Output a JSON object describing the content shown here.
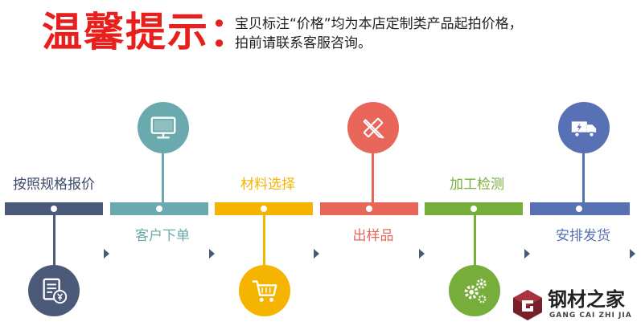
{
  "header": {
    "title": "温馨提示：",
    "line1": "宝贝标注“价格”均为本店定制类产品起拍价格，",
    "line2": "拍前请联系客服咨询。"
  },
  "colors": {
    "title_red": "#e8201d",
    "step1": "#4c5a7a",
    "step2": "#6aa9ad",
    "step3": "#f4b400",
    "step4": "#e8675a",
    "step5": "#77ad3a",
    "step6": "#5870b4"
  },
  "steps": [
    {
      "label": "按照规格报价",
      "icon": "invoice-yen-icon",
      "position": "below"
    },
    {
      "label": "客户下单",
      "icon": "monitor-icon",
      "position": "above"
    },
    {
      "label": "材料选择",
      "icon": "shopping-cart-icon",
      "position": "below"
    },
    {
      "label": "出样品",
      "icon": "pencil-ruler-icon",
      "position": "above"
    },
    {
      "label": "加工检测",
      "icon": "gears-icon",
      "position": "below"
    },
    {
      "label": "安排发货",
      "icon": "delivery-truck-icon",
      "position": "above"
    }
  ],
  "logo": {
    "name": "钢材之家",
    "subtitle": "GANG CAI ZHI JIA"
  }
}
